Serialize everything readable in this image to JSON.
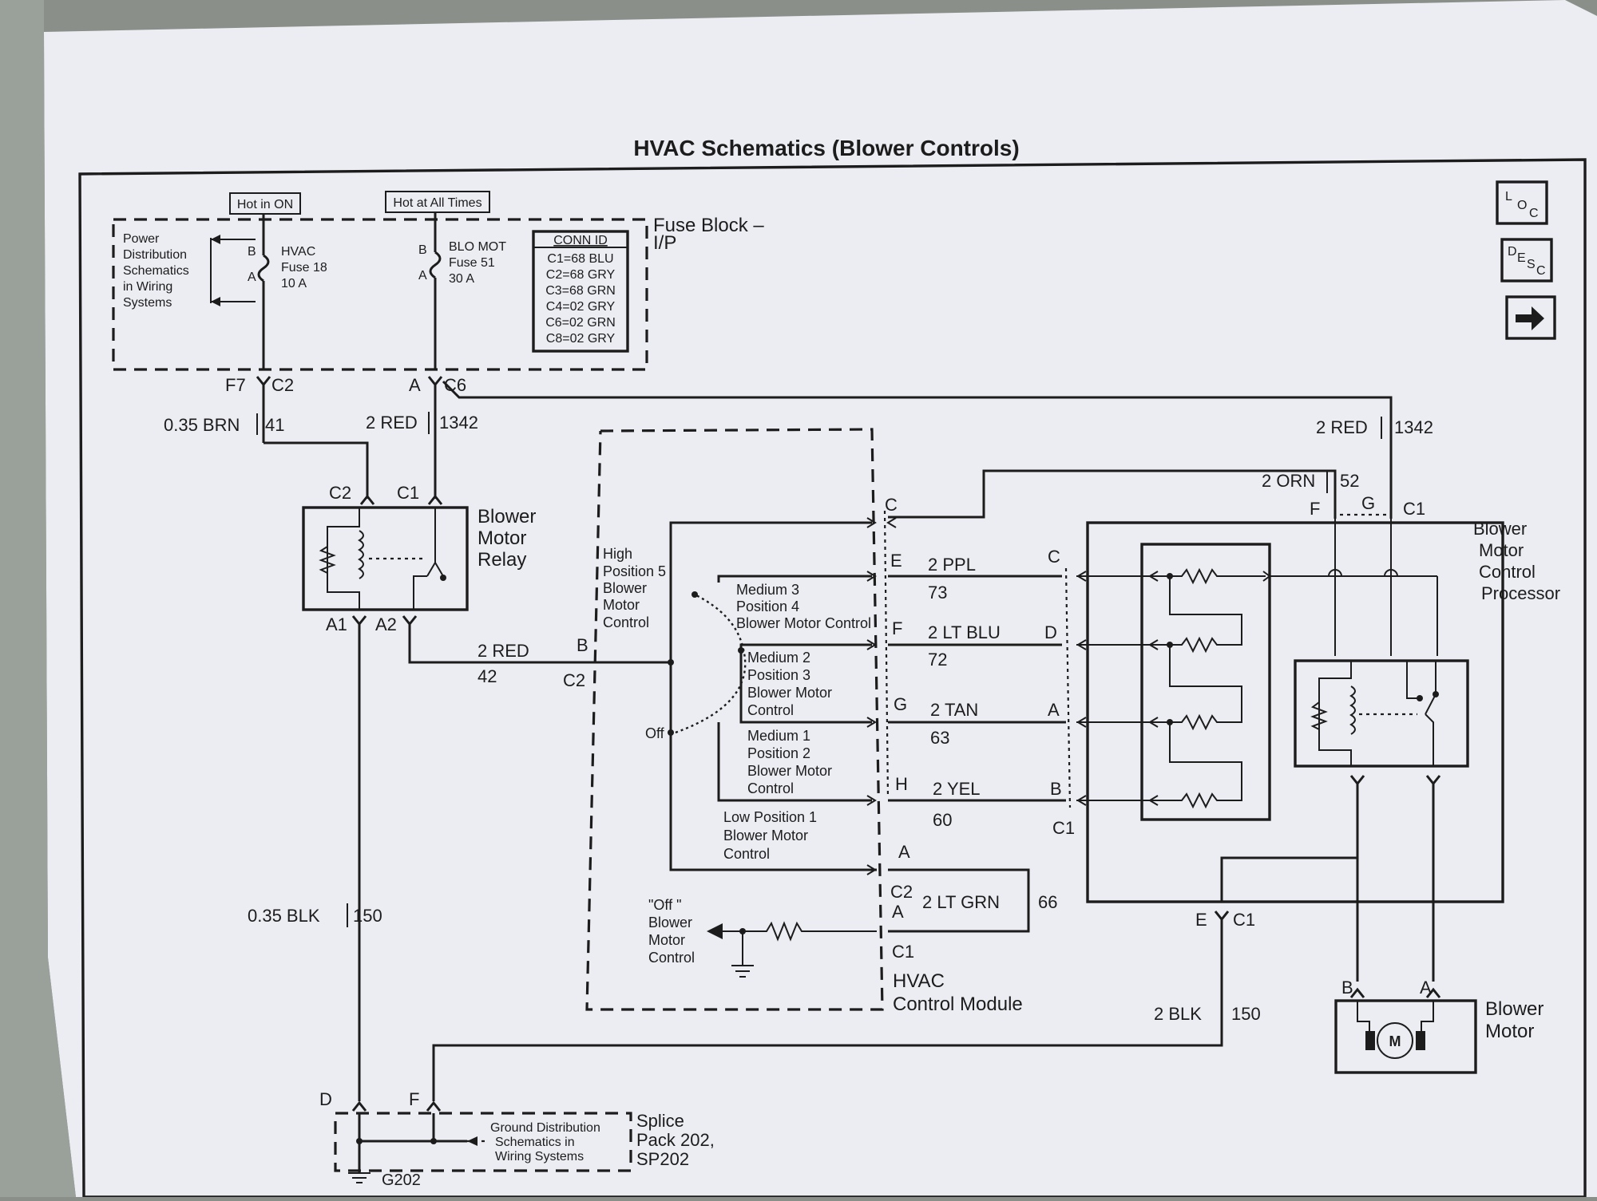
{
  "title": "HVAC Schematics (Blower Controls)",
  "icons": [
    "loc-icon",
    "desc-icon",
    "arrow-right-icon"
  ],
  "loc_letters": [
    "L",
    "O",
    "C"
  ],
  "desc_letters": [
    "D",
    "E",
    "S",
    "C"
  ],
  "fuse_block": {
    "hot_in_on": "Hot in ON",
    "hot_at_all_times": "Hot at All Times",
    "label_line1": "Fuse Block –",
    "label_line2": "I/P",
    "power_dist": [
      "Power",
      "Distribution",
      "Schematics",
      "in Wiring",
      "Systems"
    ],
    "hvac_fuse": [
      "HVAC",
      "Fuse 18",
      "10 A"
    ],
    "blo_mot_fuse": [
      "BLO MOT",
      "Fuse 51",
      "30 A"
    ],
    "pin_b": "B",
    "pin_a": "A",
    "conn_id": {
      "header": "CONN ID",
      "rows": [
        "C1=68 BLU",
        "C2=68 GRY",
        "C3=68 GRN",
        "C4=02 GRY",
        "C6=02 GRN",
        "C8=02 GRY"
      ]
    }
  },
  "connectors": {
    "f7": "F7",
    "c2": "C2",
    "a": "A",
    "c6": "C6",
    "c1": "C1",
    "a1": "A1",
    "a2": "A2",
    "b": "B",
    "c": "C",
    "d": "D",
    "e": "E",
    "f": "F",
    "g": "G",
    "h": "H"
  },
  "wires": {
    "brn_label": "0.35 BRN",
    "brn_num": "41",
    "red_label": "2 RED",
    "red_num": "1342",
    "red42_label": "2 RED",
    "red42_num": "42",
    "blk_label": "0.35 BLK",
    "blk_num": "150",
    "orn_label": "2 ORN",
    "orn_num": "52",
    "ppl_label": "2 PPL",
    "ppl_num": "73",
    "ltblu_label": "2 LT BLU",
    "ltblu_num": "72",
    "tan_label": "2 TAN",
    "tan_num": "63",
    "yel_label": "2 YEL",
    "yel_num": "60",
    "ltgrn_label": "2 LT GRN",
    "ltgrn_num": "66",
    "blk2_label": "2 BLK",
    "blk2_num": "150"
  },
  "relay_label": [
    "Blower",
    "Motor",
    "Relay"
  ],
  "hvac_module": {
    "high": [
      "High",
      "Position 5",
      "Blower",
      "Motor",
      "Control"
    ],
    "medium3": [
      "Medium 3",
      "Position 4",
      "Blower Motor Control"
    ],
    "medium2": [
      "Medium 2",
      "Position 3",
      "Blower Motor",
      "Control"
    ],
    "medium1": [
      "Medium 1",
      "Position 2",
      "Blower Motor",
      "Control"
    ],
    "low": [
      "Low Position 1",
      "Blower Motor",
      "Control"
    ],
    "off": "Off",
    "off_control": [
      "\"Off \"",
      "Blower",
      "Motor",
      "Control"
    ],
    "label": [
      "HVAC",
      "Control Module"
    ]
  },
  "processor_label": [
    "Blower",
    "Motor",
    "Control",
    "Processor"
  ],
  "motor": {
    "label": [
      "Blower",
      "Motor"
    ],
    "symbol": "M"
  },
  "splice": {
    "ground_dist": [
      "Ground Distribution",
      "Schematics in",
      "Wiring Systems"
    ],
    "label": [
      "Splice",
      "Pack 202,",
      "SP202"
    ],
    "ground": "G202"
  }
}
